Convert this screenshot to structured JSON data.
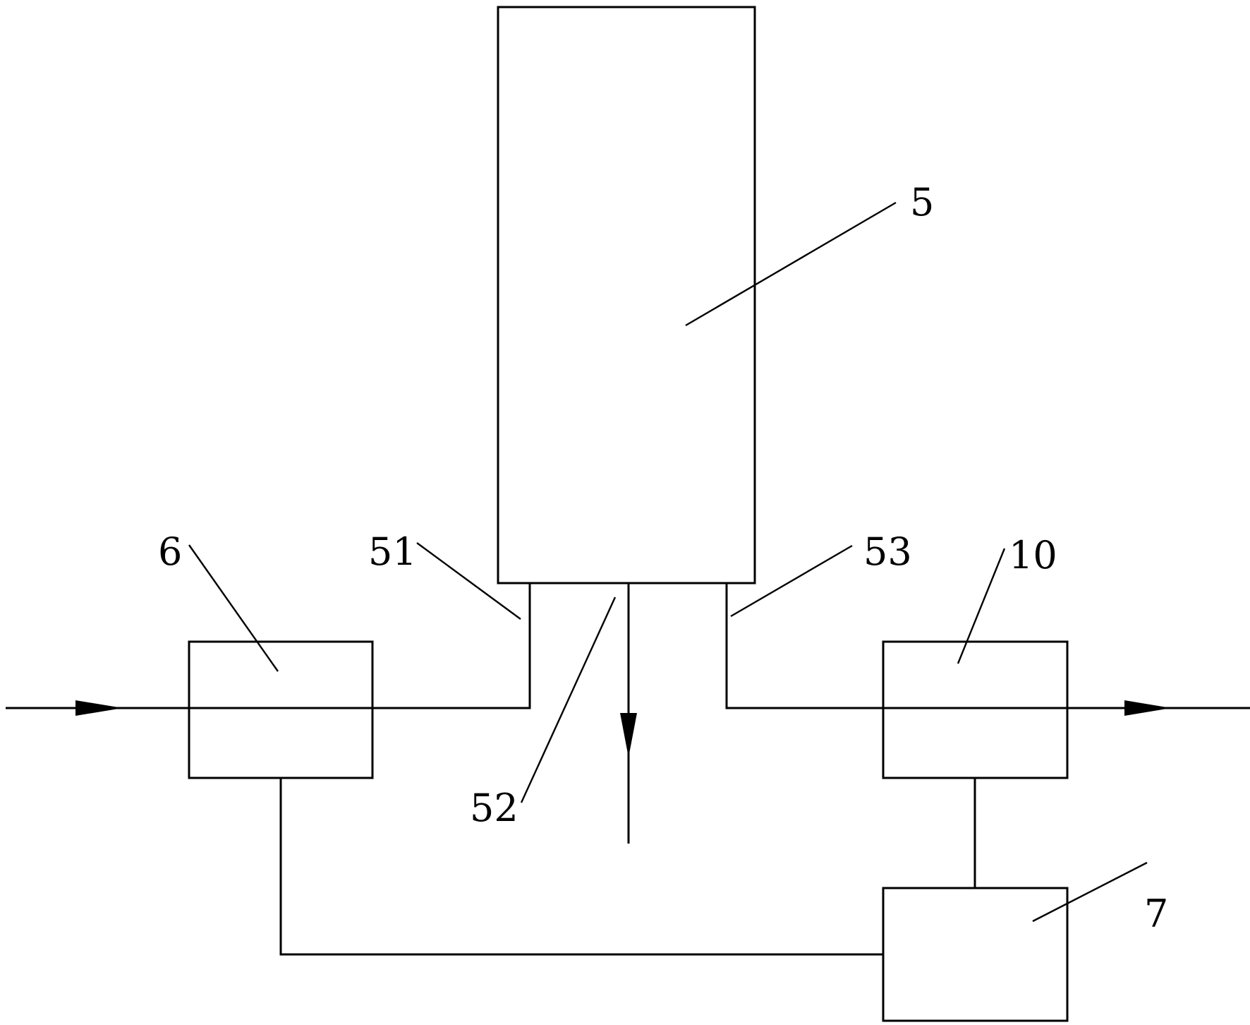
{
  "labels": {
    "tank": "5",
    "inlet": "51",
    "drain": "52",
    "outlet": "53",
    "left_box": "6",
    "right_box": "10",
    "controller": "7"
  },
  "colors": {
    "line": "#000000",
    "background": "#ffffff"
  }
}
